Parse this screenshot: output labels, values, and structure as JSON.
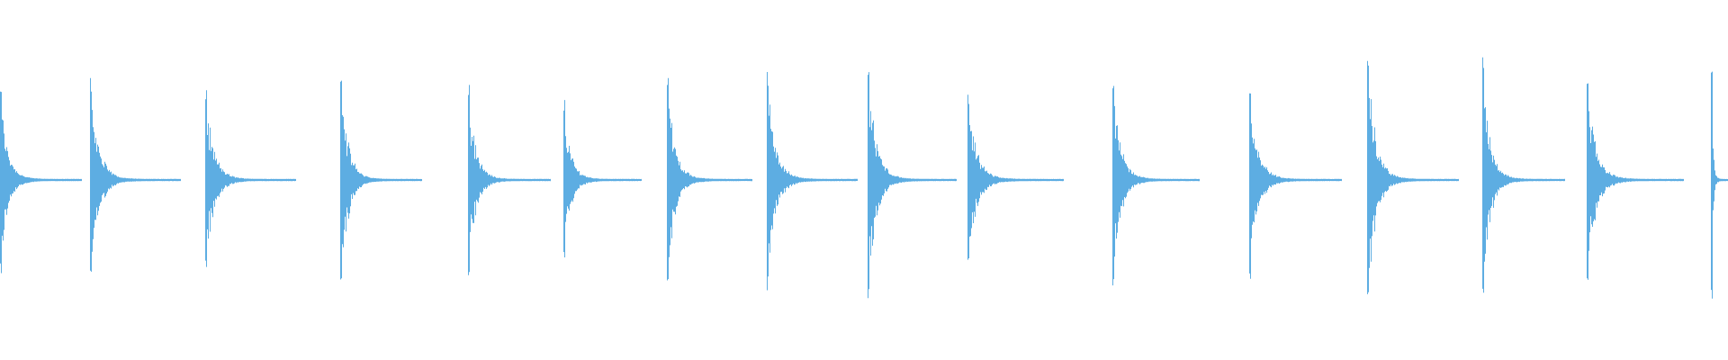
{
  "waveform": {
    "color": "#5dade2",
    "background": "#ffffff",
    "hits": [
      {
        "start": 0.0,
        "end": 0.047,
        "peak": 0.74
      },
      {
        "start": 0.052,
        "end": 0.104,
        "peak": 0.82
      },
      {
        "start": 0.119,
        "end": 0.171,
        "peak": 0.72
      },
      {
        "start": 0.197,
        "end": 0.244,
        "peak": 0.9
      },
      {
        "start": 0.271,
        "end": 0.318,
        "peak": 0.76
      },
      {
        "start": 0.326,
        "end": 0.371,
        "peak": 0.64
      },
      {
        "start": 0.386,
        "end": 0.435,
        "peak": 0.83
      },
      {
        "start": 0.444,
        "end": 0.496,
        "peak": 0.88
      },
      {
        "start": 0.502,
        "end": 0.553,
        "peak": 0.98
      },
      {
        "start": 0.56,
        "end": 0.615,
        "peak": 0.68
      },
      {
        "start": 0.644,
        "end": 0.694,
        "peak": 0.84
      },
      {
        "start": 0.723,
        "end": 0.776,
        "peak": 0.79
      },
      {
        "start": 0.791,
        "end": 0.844,
        "peak": 1.0
      },
      {
        "start": 0.858,
        "end": 0.905,
        "peak": 0.99
      },
      {
        "start": 0.918,
        "end": 0.974,
        "peak": 0.81
      },
      {
        "start": 0.99,
        "end": 1.0,
        "peak": 1.0
      }
    ]
  }
}
